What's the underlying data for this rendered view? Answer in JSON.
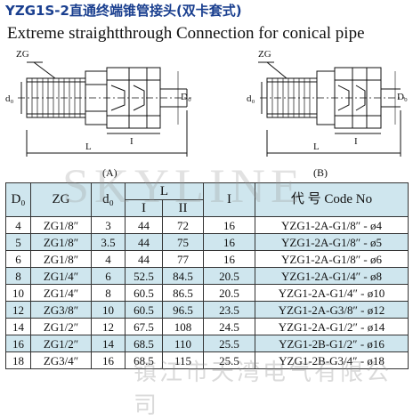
{
  "title_cn": "YZG1S-2直通终端锥管接头(双卡套式)",
  "title_en": "Extreme straightthrough Connection for conical pipe",
  "drawing": {
    "label_zg": "ZG",
    "label_d0": "d₀",
    "label_D0": "D₀",
    "label_L": "L",
    "label_I": "I",
    "caption_a": "(A)",
    "caption_b": "(B)"
  },
  "table": {
    "headers": {
      "D0": "D₀",
      "ZG": "ZG",
      "d0": "d₀",
      "L": "L",
      "L_I": "I",
      "L_II": "II",
      "I": "I",
      "code": "代 号 Code No"
    },
    "rows": [
      {
        "D0": "4",
        "ZG": "ZG1/8″",
        "d0": "3",
        "L1": "44",
        "L2": "72",
        "I": "16",
        "code": "YZG1-2A-G1/8″ - ø4"
      },
      {
        "D0": "5",
        "ZG": "ZG1/8″",
        "d0": "3.5",
        "L1": "44",
        "L2": "75",
        "I": "16",
        "code": "YZG1-2A-G1/8″ - ø5"
      },
      {
        "D0": "6",
        "ZG": "ZG1/8″",
        "d0": "4",
        "L1": "44",
        "L2": "77",
        "I": "16",
        "code": "YZG1-2A-G1/8″ - ø6"
      },
      {
        "D0": "8",
        "ZG": "ZG1/4″",
        "d0": "6",
        "L1": "52.5",
        "L2": "84.5",
        "I": "20.5",
        "code": "YZG1-2A-G1/4″ - ø8"
      },
      {
        "D0": "10",
        "ZG": "ZG1/4″",
        "d0": "8",
        "L1": "60.5",
        "L2": "86.5",
        "I": "20.5",
        "code": "YZG1-2A-G1/4″ - ø10"
      },
      {
        "D0": "12",
        "ZG": "ZG3/8″",
        "d0": "10",
        "L1": "60.5",
        "L2": "96.5",
        "I": "23.5",
        "code": "YZG1-2A-G3/8″ - ø12"
      },
      {
        "D0": "14",
        "ZG": "ZG1/2″",
        "d0": "12",
        "L1": "67.5",
        "L2": "108",
        "I": "24.5",
        "code": "YZG1-2A-G1/2″ - ø14"
      },
      {
        "D0": "16",
        "ZG": "ZG1/2″",
        "d0": "14",
        "L1": "68.5",
        "L2": "110",
        "I": "25.5",
        "code": "YZG1-2B-G1/2″ - ø16"
      },
      {
        "D0": "18",
        "ZG": "ZG3/4″",
        "d0": "16",
        "L1": "68.5",
        "L2": "115",
        "I": "25.5",
        "code": "YZG1-2B-G3/4″ - ø18"
      }
    ]
  },
  "watermark": "SKYLINE",
  "watermark_cn": "镇江市天湾电气有限公司"
}
